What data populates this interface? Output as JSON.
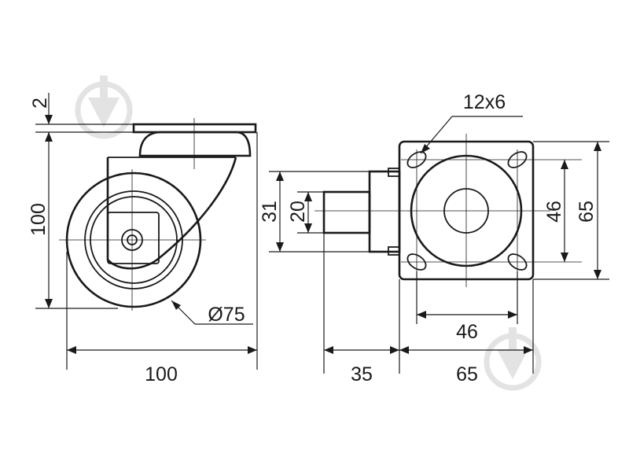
{
  "diagram": {
    "side_view": {
      "plate_thickness": "2",
      "overall_height": "100",
      "wheel_diameter": "Ø75",
      "overall_width": "100"
    },
    "top_view": {
      "bolt_holes": "12x6",
      "outer_height": "31",
      "stem_height": "20",
      "hole_spacing_vertical": "46",
      "plate_height": "65",
      "hole_spacing_horizontal": "46",
      "offset_width": "35",
      "plate_width": "65"
    }
  }
}
